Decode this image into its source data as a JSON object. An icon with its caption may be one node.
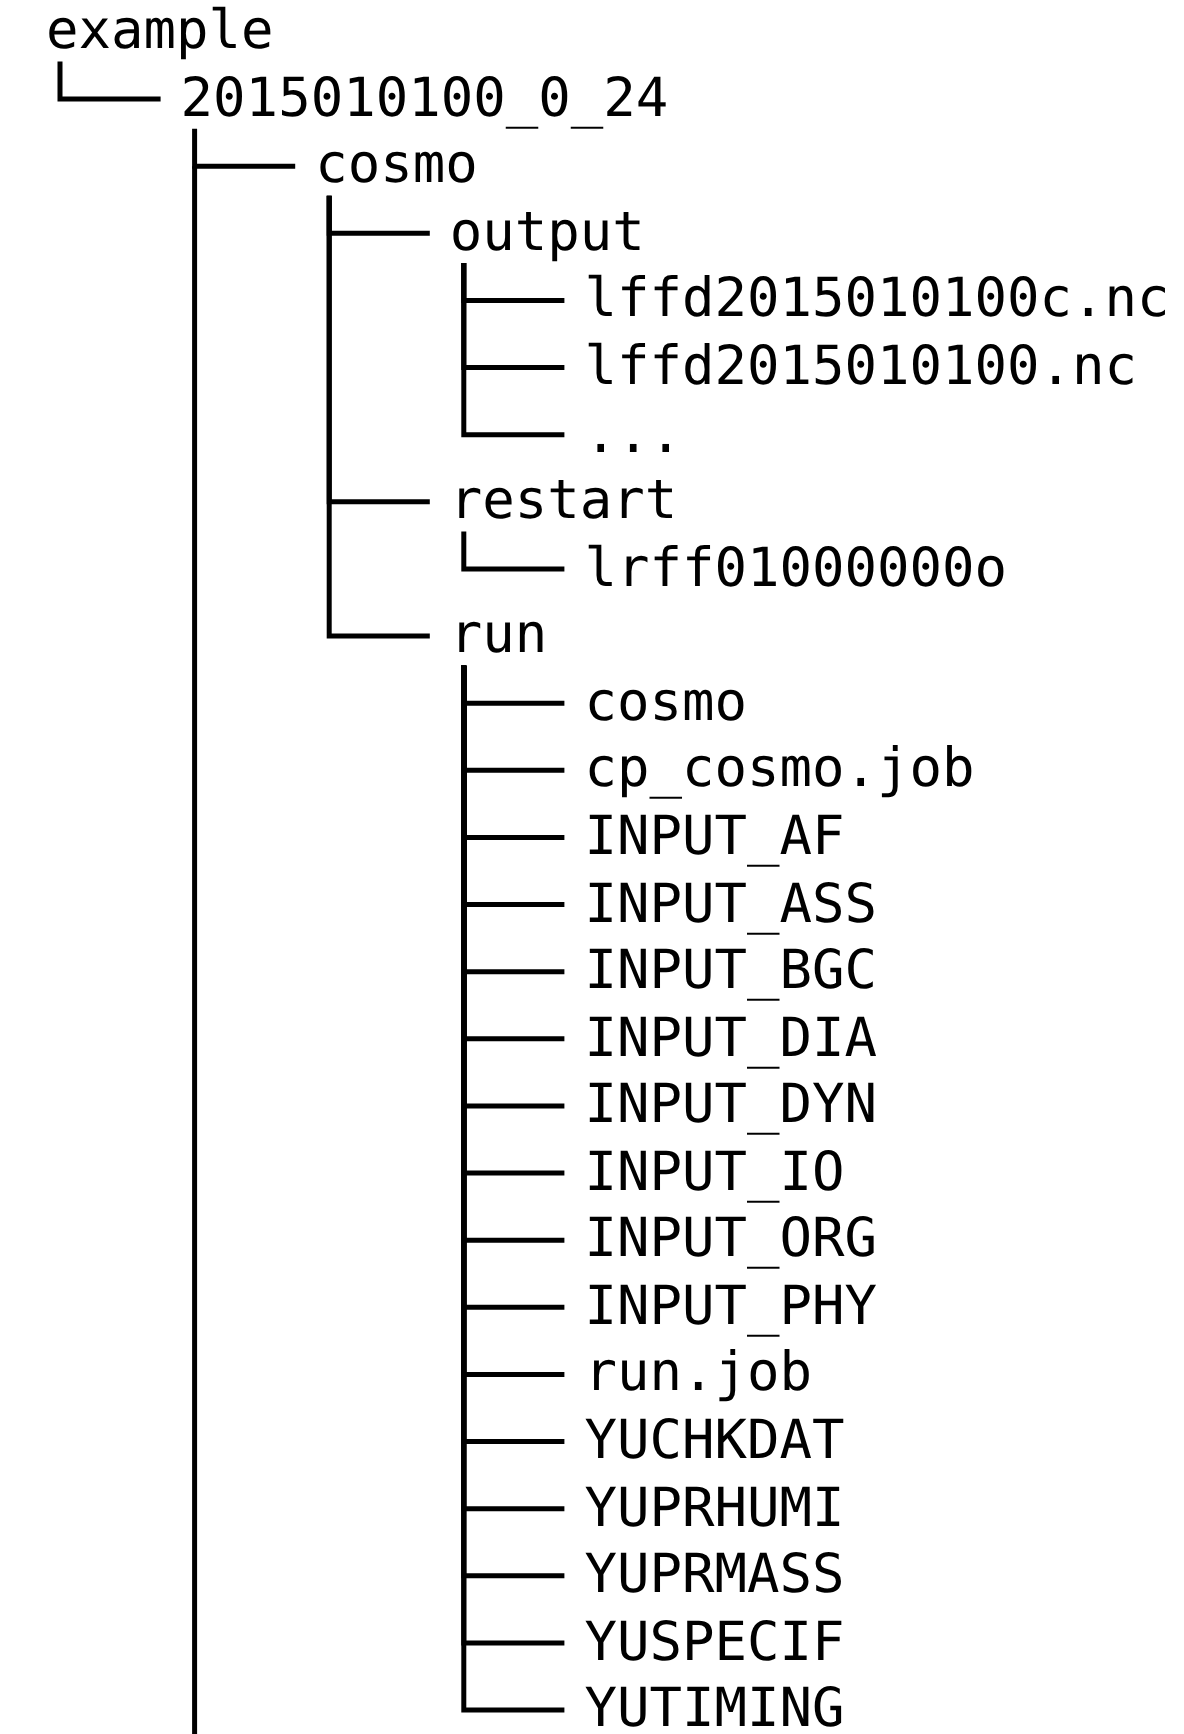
{
  "diagram": {
    "nodes": [
      {
        "text": [
          "example"
        ]
      },
      {
        "text": [
          "2015010100_0_24"
        ]
      },
      {
        "text": [
          "cosmo"
        ]
      },
      {
        "text": [
          "output"
        ]
      },
      {
        "text": [
          "lffd2015010100c.nc"
        ]
      },
      {
        "text": [
          "lffd2015010100.nc"
        ]
      },
      {
        "text": [
          "..."
        ]
      },
      {
        "text": [
          "restart"
        ]
      },
      {
        "text": [
          "lrff01000000o"
        ]
      },
      {
        "text": [
          "run"
        ]
      },
      {
        "text": [
          "cosmo"
        ]
      },
      {
        "text": [
          "cp_cosmo.job"
        ]
      },
      {
        "text": [
          "INPUT_AF"
        ]
      },
      {
        "text": [
          "INPUT_ASS"
        ]
      },
      {
        "text": [
          "INPUT_BGC"
        ]
      },
      {
        "text": [
          "INPUT_DIA"
        ]
      },
      {
        "text": [
          "INPUT_DYN"
        ]
      },
      {
        "text": [
          "INPUT_IO"
        ]
      },
      {
        "text": [
          "INPUT_ORG"
        ]
      },
      {
        "text": [
          "INPUT_PHY"
        ]
      },
      {
        "text": [
          "run.job"
        ]
      },
      {
        "text": [
          "YUCHKDAT"
        ]
      },
      {
        "text": [
          "YUPRHUMI"
        ]
      },
      {
        "text": [
          "YUPRMASS"
        ]
      },
      {
        "text": [
          "YUSPECIF"
        ]
      },
      {
        "text": [
          "YUTIMING"
        ]
      }
    ],
    "edges": [
      {
        "from": 0,
        "to": 1,
        "arrow": "none"
      },
      {
        "from": 1,
        "to": 2,
        "arrow": "none"
      },
      {
        "from": 2,
        "to": 3,
        "arrow": "none"
      },
      {
        "from": 3,
        "to": 4,
        "arrow": "none"
      },
      {
        "from": 3,
        "to": 5,
        "arrow": "none"
      },
      {
        "from": 3,
        "to": 6,
        "arrow": "none"
      },
      {
        "from": 2,
        "to": 7,
        "arrow": "none"
      },
      {
        "from": 7,
        "to": 8,
        "arrow": "none"
      },
      {
        "from": 2,
        "to": 9,
        "arrow": "none"
      },
      {
        "from": 9,
        "to": 10,
        "arrow": "none"
      },
      {
        "from": 9,
        "to": 11,
        "arrow": "none"
      },
      {
        "from": 9,
        "to": 12,
        "arrow": "none"
      },
      {
        "from": 9,
        "to": 13,
        "arrow": "none"
      },
      {
        "from": 9,
        "to": 14,
        "arrow": "none"
      },
      {
        "from": 9,
        "to": 15,
        "arrow": "none"
      },
      {
        "from": 9,
        "to": 16,
        "arrow": "none"
      },
      {
        "from": 9,
        "to": 17,
        "arrow": "none"
      },
      {
        "from": 9,
        "to": 18,
        "arrow": "none"
      },
      {
        "from": 9,
        "to": 19,
        "arrow": "none"
      },
      {
        "from": 9,
        "to": 20,
        "arrow": "none"
      },
      {
        "from": 9,
        "to": 21,
        "arrow": "none"
      },
      {
        "from": 9,
        "to": 22,
        "arrow": "none"
      },
      {
        "from": 9,
        "to": 23,
        "arrow": "none"
      },
      {
        "from": 9,
        "to": 24,
        "arrow": "none"
      },
      {
        "from": 9,
        "to": 25,
        "arrow": "none"
      }
    ]
  }
}
